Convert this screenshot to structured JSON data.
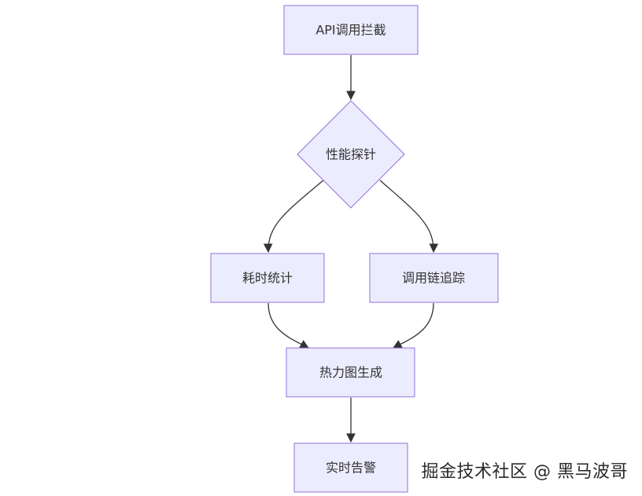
{
  "diagram": {
    "type": "flowchart",
    "nodes": {
      "api_intercept": {
        "label": "API调用拦截",
        "shape": "rect"
      },
      "perf_probe": {
        "label": "性能探针",
        "shape": "diamond"
      },
      "timing_stats": {
        "label": "耗时统计",
        "shape": "rect"
      },
      "call_chain": {
        "label": "调用链追踪",
        "shape": "rect"
      },
      "heatmap": {
        "label": "热力图生成",
        "shape": "rect"
      },
      "alert": {
        "label": "实时告警",
        "shape": "rect"
      }
    },
    "edges": [
      {
        "from": "api_intercept",
        "to": "perf_probe"
      },
      {
        "from": "perf_probe",
        "to": "timing_stats"
      },
      {
        "from": "perf_probe",
        "to": "call_chain"
      },
      {
        "from": "timing_stats",
        "to": "heatmap"
      },
      {
        "from": "call_chain",
        "to": "heatmap"
      },
      {
        "from": "heatmap",
        "to": "alert"
      }
    ],
    "colors": {
      "node_fill": "#ECECFF",
      "node_stroke": "#9370DB",
      "edge": "#333333",
      "text": "#333333"
    }
  },
  "watermark": {
    "text": "掘金技术社区 @ 黑马波哥"
  }
}
